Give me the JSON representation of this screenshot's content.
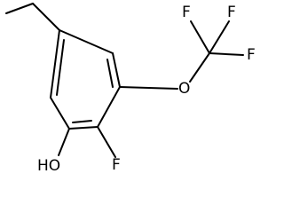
{
  "molecule": {
    "atoms": {
      "fluorine_top_left": "F",
      "fluorine_top_right": "F",
      "fluorine_right": "F",
      "ether_oxygen": "O",
      "ring_fluorine": "F",
      "hydroxyl": "HO"
    },
    "colors": {
      "bond": "#000000",
      "label": "#000000",
      "background": "#ffffff"
    }
  }
}
